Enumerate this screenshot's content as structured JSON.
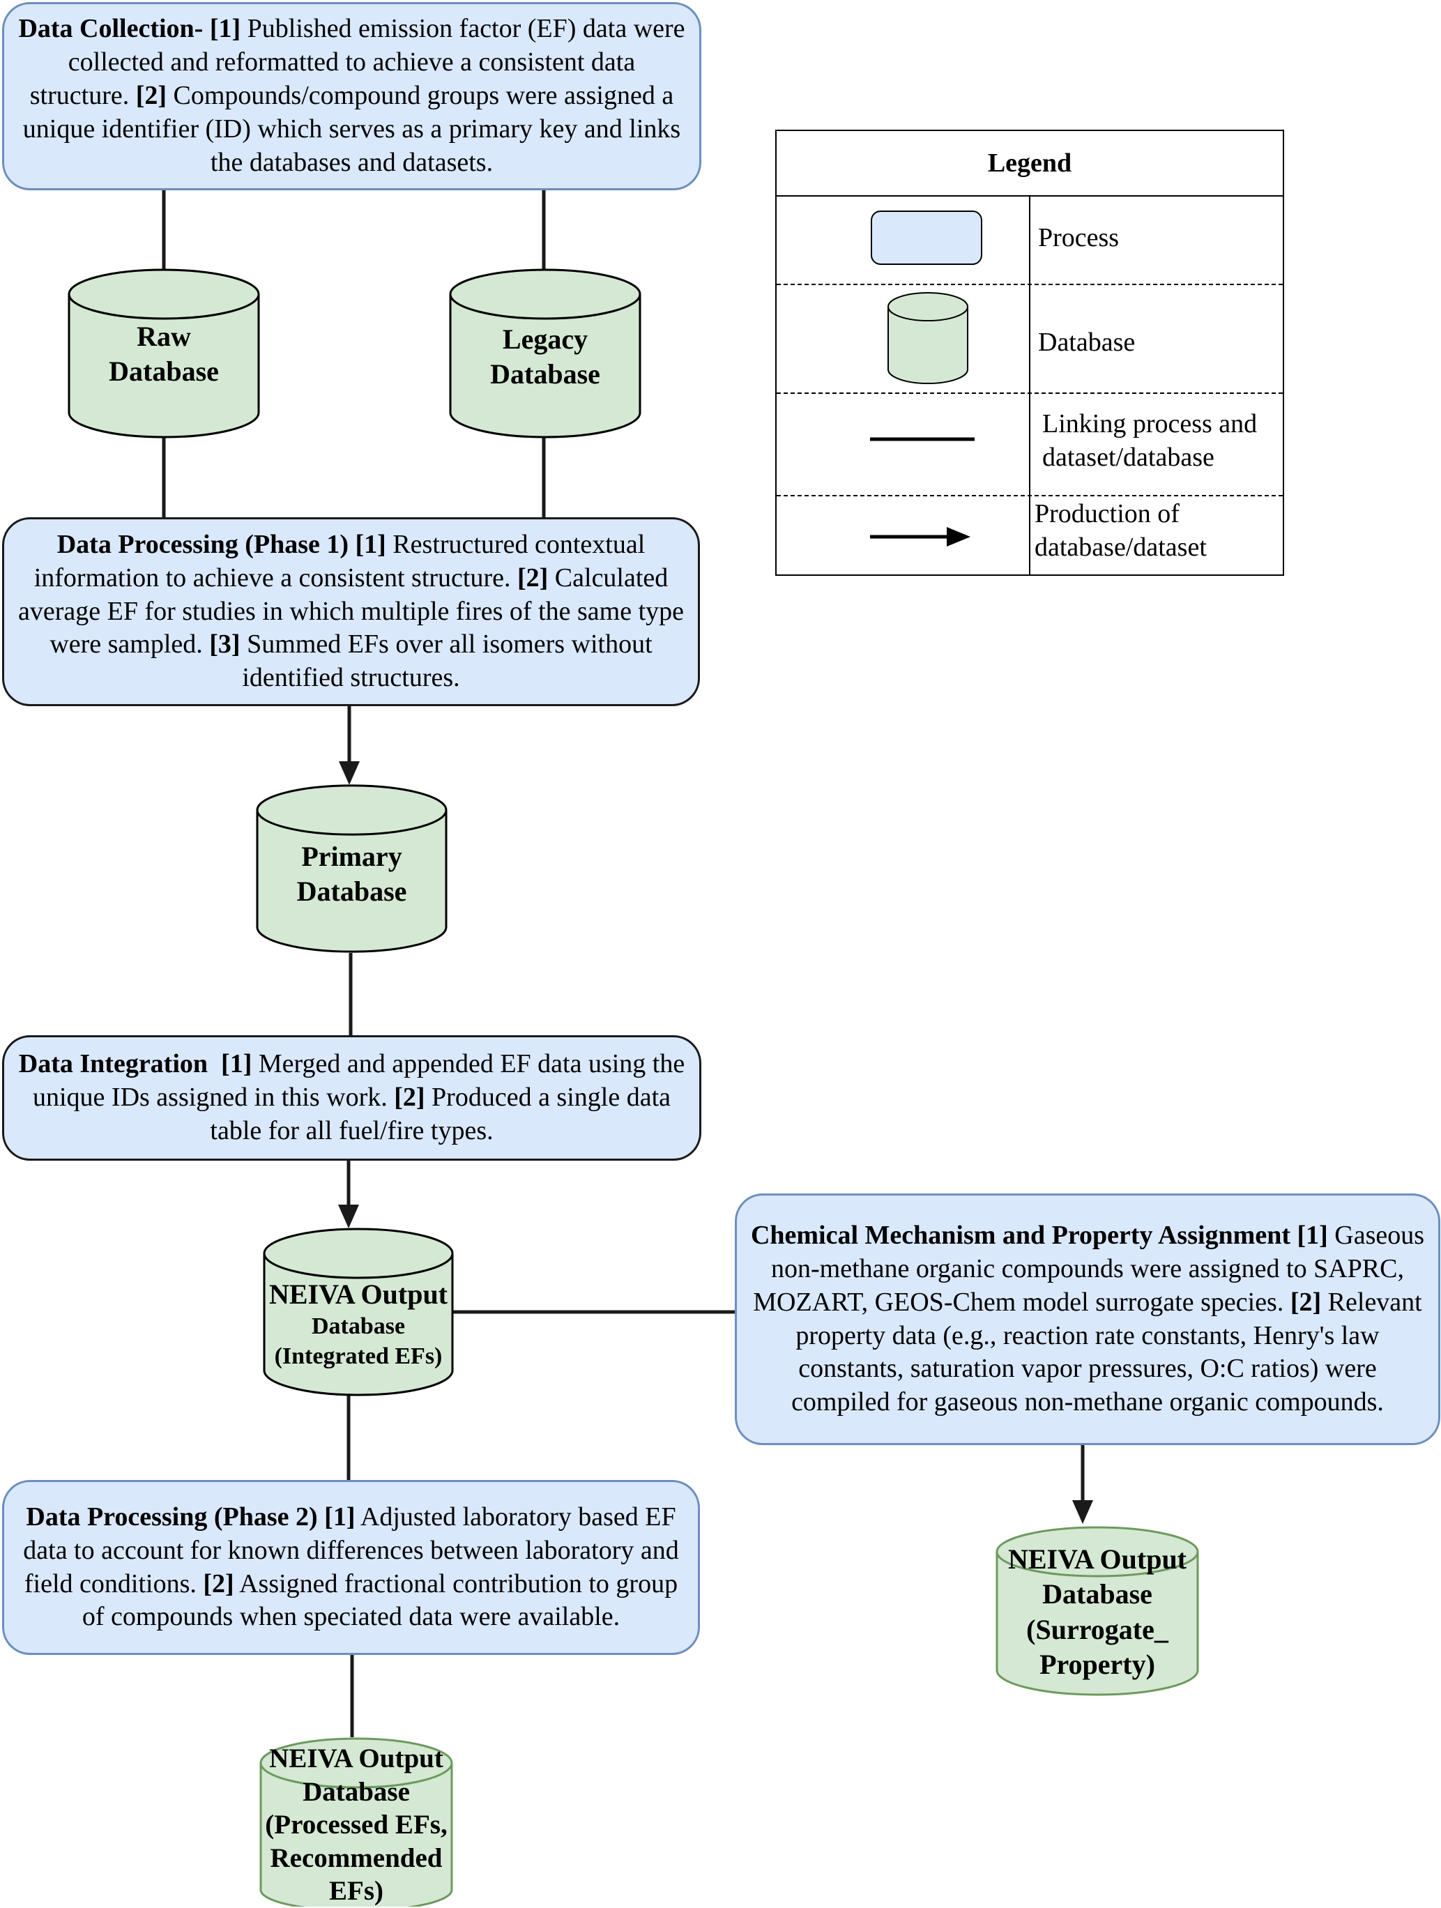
{
  "colors": {
    "process_fill": "#dae8fc",
    "process_border": "#6c8ebf",
    "database_fill": "#d5e8d4",
    "database_border": "#000000",
    "line": "#1a1a1a"
  },
  "processes": {
    "data_collection": {
      "t1": "Data Collection-",
      "t2": " ",
      "t3": "[1]",
      "t4": " Published emission factor (EF) data were collected and reformatted to achieve a consistent data structure. ",
      "t5": "[2]",
      "t6": " Compounds/compound groups were assigned a unique identifier (ID) which serves as a primary key and links the databases and datasets."
    },
    "data_processing_1": {
      "t1": "Data Processing (Phase 1)",
      "t2": " ",
      "t3": "[1]",
      "t4": " Restructured contextual information to achieve a consistent structure. ",
      "t5": "[2]",
      "t6": " Calculated average EF for studies in which multiple fires of the same type were sampled. ",
      "t7": "[3]",
      "t8": " Summed EFs over all isomers without identified structures."
    },
    "data_integration": {
      "t1": "Data Integration",
      "t2": "  ",
      "t3": "[1]",
      "t4": " Merged and appended EF data using the unique IDs assigned in this work. ",
      "t5": "[2]",
      "t6": " Produced a single data table for all fuel/fire types."
    },
    "chemical_mechanism": {
      "t1": "Chemical Mechanism and Property Assignment",
      "t2": " ",
      "t3": "[1]",
      "t4": " Gaseous non-methane organic compounds were assigned to SAPRC, MOZART, GEOS-Chem model surrogate species. ",
      "t5": "[2]",
      "t6": " Relevant property data (e.g., reaction rate constants, Henry's law constants, saturation vapor pressures, O:C ratios) were compiled for gaseous non-methane organic compounds."
    },
    "data_processing_2": {
      "t1": "Data Processing (Phase 2)",
      "t2": " ",
      "t3": "[1]",
      "t4": " Adjusted laboratory based EF data to account for known differences between laboratory and field conditions. ",
      "t5": "[2]",
      "t6": " Assigned fractional contribution to group of compounds when speciated data were available."
    }
  },
  "databases": {
    "raw": {
      "l1": "Raw",
      "l2": "Database"
    },
    "legacy": {
      "l1": "Legacy",
      "l2": "Database"
    },
    "primary": {
      "l1": "Primary",
      "l2": "Database"
    },
    "integrated": {
      "l1": "NEIVA Output",
      "l2": "Database",
      "l3": "(Integrated EFs)"
    },
    "surrogate": {
      "l1": "NEIVA Output",
      "l2": "Database",
      "l3": "(Surrogate_",
      "l4": "Property)"
    },
    "processed": {
      "l1": "NEIVA Output",
      "l2": "Database",
      "l3": "(Processed EFs,",
      "l4": "Recommended",
      "l5": "EFs)"
    }
  },
  "legend": {
    "title": "Legend",
    "process": "Process",
    "database": "Database",
    "linking_l1": "Linking process and",
    "linking_l2": "dataset/database",
    "production_l1": "Production of",
    "production_l2": "database/dataset"
  }
}
